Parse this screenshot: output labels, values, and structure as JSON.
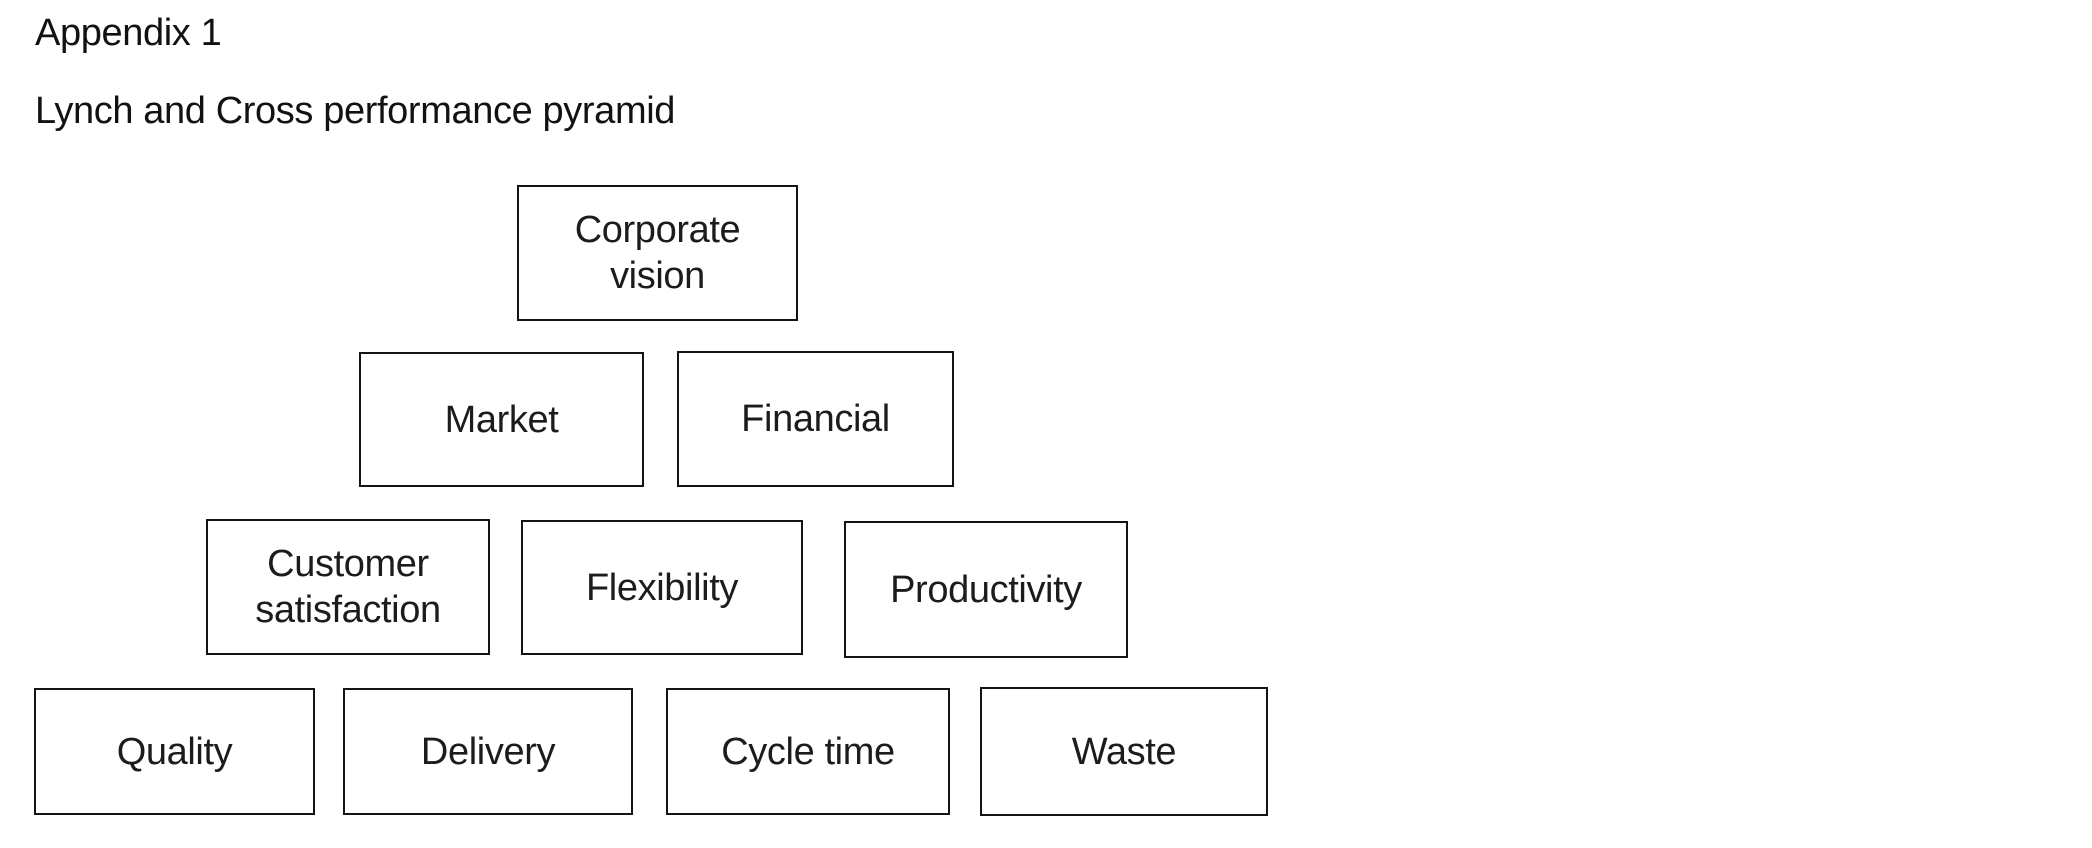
{
  "header": {
    "appendix": "Appendix 1",
    "title": "Lynch and Cross performance pyramid"
  },
  "diagram": {
    "type": "pyramid",
    "name": "Lynch and Cross performance pyramid",
    "levels": [
      {
        "level": 1,
        "boxes": [
          {
            "id": "corporate-vision",
            "label": "Corporate\nvision"
          }
        ]
      },
      {
        "level": 2,
        "boxes": [
          {
            "id": "market",
            "label": "Market"
          },
          {
            "id": "financial",
            "label": "Financial"
          }
        ]
      },
      {
        "level": 3,
        "boxes": [
          {
            "id": "customer-satisfaction",
            "label": "Customer\nsatisfaction"
          },
          {
            "id": "flexibility",
            "label": "Flexibility"
          },
          {
            "id": "productivity",
            "label": "Productivity"
          }
        ]
      },
      {
        "level": 4,
        "boxes": [
          {
            "id": "quality",
            "label": "Quality"
          },
          {
            "id": "delivery",
            "label": "Delivery"
          },
          {
            "id": "cycle-time",
            "label": "Cycle time"
          },
          {
            "id": "waste",
            "label": "Waste"
          }
        ]
      }
    ],
    "colors": {
      "background": "#ffffff",
      "box_fill": "#ffffff",
      "box_border": "#141414",
      "text": "#1c1c1c"
    }
  }
}
